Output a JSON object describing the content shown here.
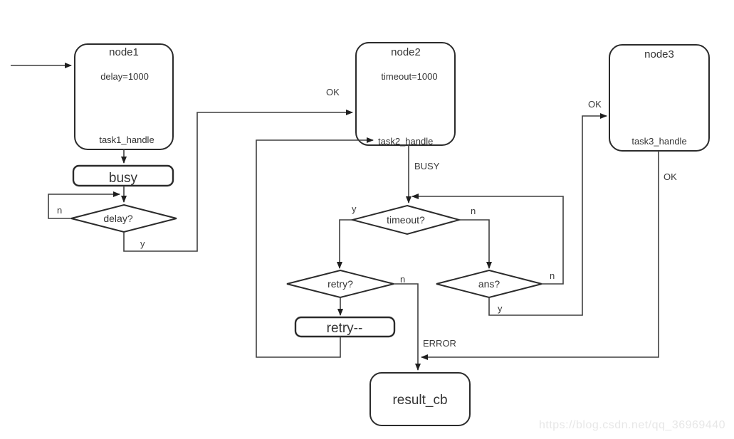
{
  "diagram": {
    "nodes": {
      "node1": {
        "title": "node1",
        "param": "delay=1000",
        "handle": "task1_handle"
      },
      "node2": {
        "title": "node2",
        "param": "timeout=1000",
        "handle": "task2_handle"
      },
      "node3": {
        "title": "node3",
        "handle": "task3_handle"
      },
      "busy": {
        "label": "busy"
      },
      "delay_q": {
        "label": "delay?"
      },
      "timeout_q": {
        "label": "timeout?"
      },
      "retry_q": {
        "label": "retry?"
      },
      "retry_dec": {
        "label": "retry--"
      },
      "ans_q": {
        "label": "ans?"
      },
      "result_cb": {
        "label": "result_cb"
      }
    },
    "edge_labels": {
      "ok_to_node2": "OK",
      "busy": "BUSY",
      "delay_n": "n",
      "delay_y": "y",
      "timeout_y": "y",
      "timeout_n": "n",
      "retry_n": "n",
      "ans_n": "n",
      "ans_y": "y",
      "error": "ERROR",
      "ok_to_node3": "OK",
      "ok_from_node3": "OK"
    },
    "colors": {
      "line": "#3f3f3f",
      "shape_stroke": "#2b2b2b",
      "text": "#333333",
      "background": "#ffffff",
      "watermark": "#e7e7e7"
    }
  },
  "watermark": {
    "text": "https://blog.csdn.net/qq_36969440"
  }
}
